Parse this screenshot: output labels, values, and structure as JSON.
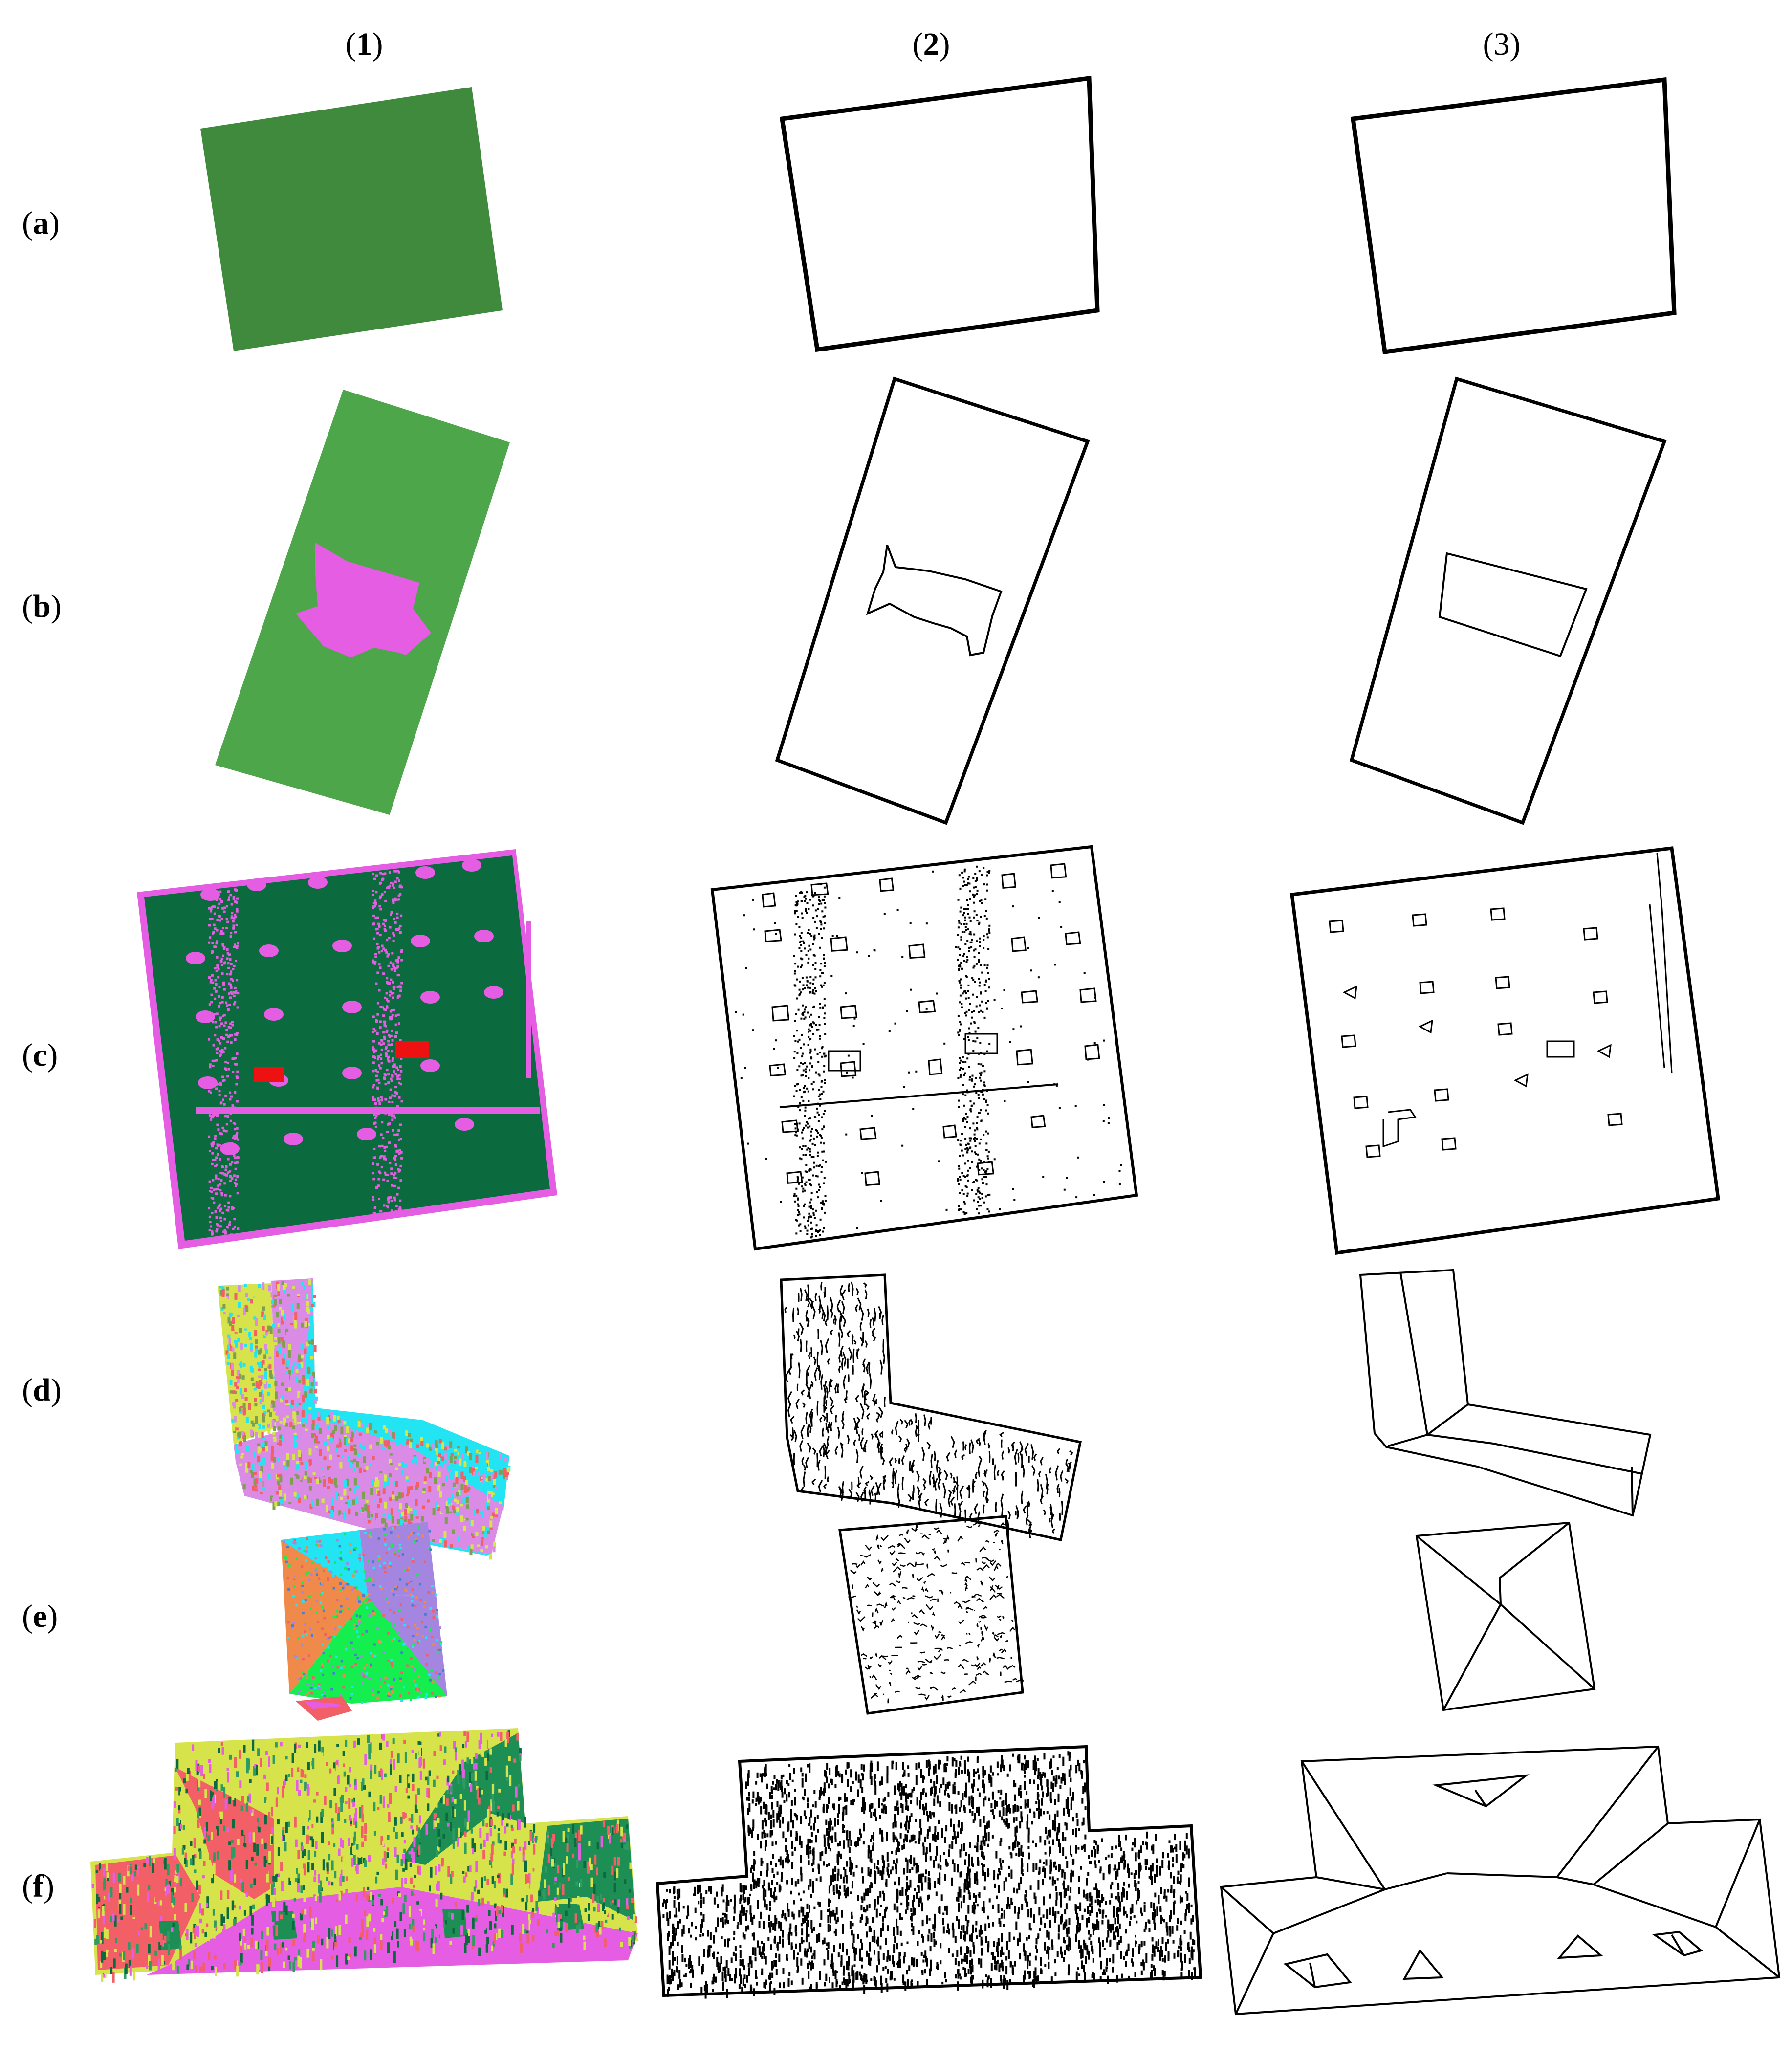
{
  "columns": [
    {
      "prefix": "(",
      "key": "1",
      "suffix": ")",
      "bold": true
    },
    {
      "prefix": "(",
      "key": "2",
      "suffix": ")",
      "bold": true
    },
    {
      "prefix": "(",
      "key": "3",
      "suffix": ")",
      "bold": false
    }
  ],
  "rows": [
    {
      "prefix": "(",
      "key": "a",
      "suffix": ")"
    },
    {
      "prefix": "(",
      "key": "b",
      "suffix": ")"
    },
    {
      "prefix": "(",
      "key": "c",
      "suffix": ")"
    },
    {
      "prefix": "(",
      "key": "d",
      "suffix": ")"
    },
    {
      "prefix": "(",
      "key": "e",
      "suffix": ")"
    },
    {
      "prefix": "(",
      "key": "f",
      "suffix": ")"
    }
  ],
  "colors": {
    "green_a": "#3f8a3c",
    "green_b": "#4ea64a",
    "dark_green": "#0b6b3f",
    "magenta": "#e45de2",
    "red": "#ee1111",
    "yellow": "#d6e34a",
    "cyan": "#22e4f2",
    "orchid": "#d98be6",
    "orange": "#f08a4a",
    "lime": "#14ee4e",
    "violet": "#a486e0",
    "salmon": "#f25f66",
    "line": "#000000"
  }
}
